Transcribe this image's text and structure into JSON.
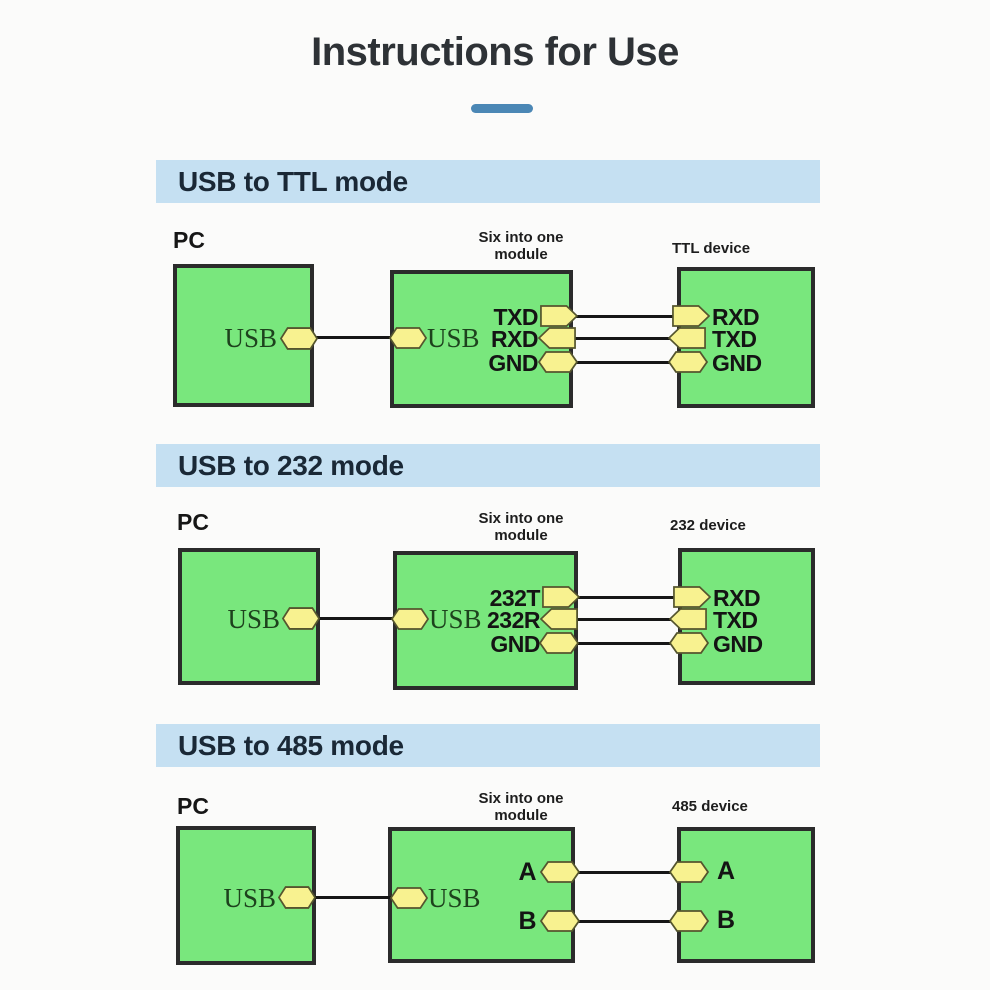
{
  "title": "Instructions for Use",
  "colors": {
    "title_underline": "#4b87b5",
    "section_header_bg": "#c5e0f2",
    "box_green": "#79e77d",
    "pin_yellow": "#f8f290",
    "wire_black": "#161616"
  },
  "sections": [
    {
      "header": "USB to TTL mode",
      "pc_label": "PC",
      "pc_port_label": "USB",
      "module_caption_line1": "Six into one",
      "module_caption_line2": "module",
      "module_port_label": "USB",
      "device_caption": "TTL device",
      "module_pins": [
        {
          "label": "TXD"
        },
        {
          "label": "RXD"
        },
        {
          "label": "GND"
        }
      ],
      "device_pins": [
        {
          "label": "RXD"
        },
        {
          "label": "TXD"
        },
        {
          "label": "GND"
        }
      ]
    },
    {
      "header": "USB to 232 mode",
      "pc_label": "PC",
      "pc_port_label": "USB",
      "module_caption_line1": "Six into one",
      "module_caption_line2": "module",
      "module_port_label": "USB",
      "device_caption": "232 device",
      "module_pins": [
        {
          "label": "232T"
        },
        {
          "label": "232R"
        },
        {
          "label": "GND"
        }
      ],
      "device_pins": [
        {
          "label": "RXD"
        },
        {
          "label": "TXD"
        },
        {
          "label": "GND"
        }
      ]
    },
    {
      "header": "USB to 485 mode",
      "pc_label": "PC",
      "pc_port_label": "USB",
      "module_caption_line1": "Six into one",
      "module_caption_line2": "module",
      "module_port_label": "USB",
      "device_caption": "485 device",
      "module_pins": [
        {
          "label": "A"
        },
        {
          "label": "B"
        }
      ],
      "device_pins": [
        {
          "label": "A"
        },
        {
          "label": "B"
        }
      ]
    }
  ]
}
